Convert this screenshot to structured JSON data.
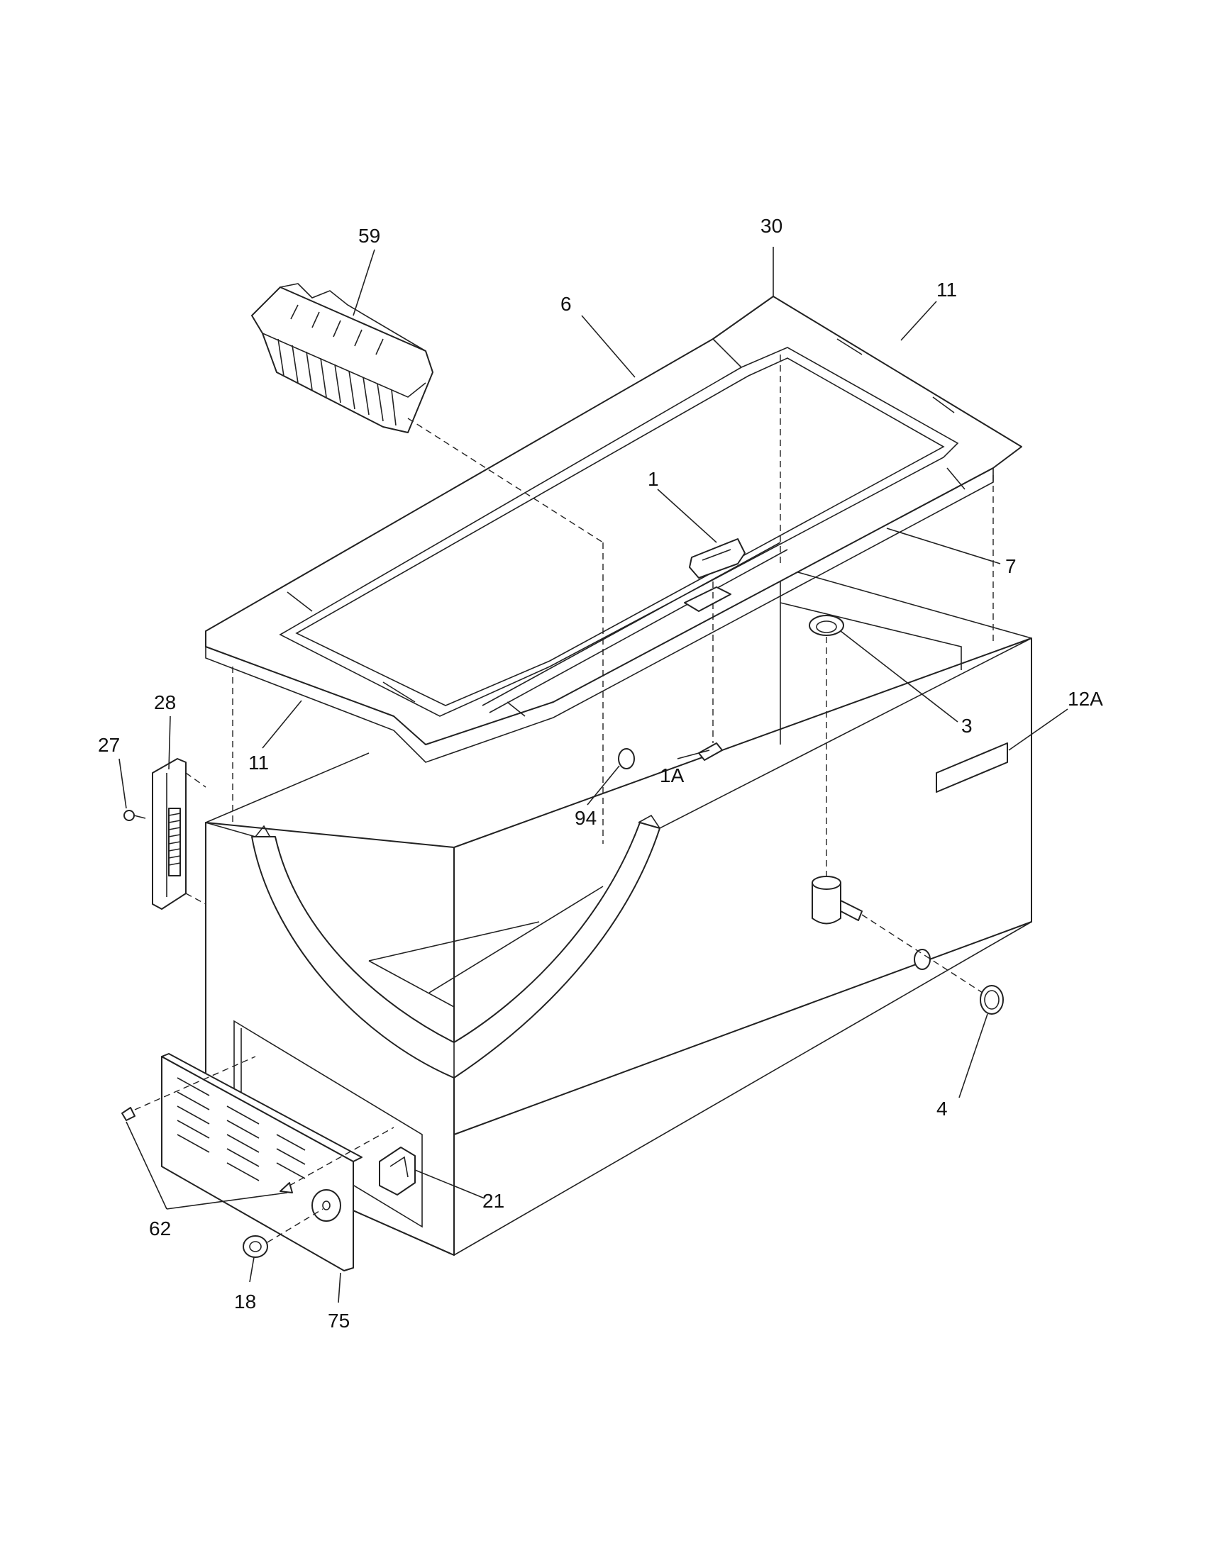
{
  "diagram": {
    "callouts": {
      "c59": "59",
      "c30": "30",
      "c11_top": "11",
      "c6": "6",
      "c1": "1",
      "c7": "7",
      "c3": "3",
      "c12A": "12A",
      "c28": "28",
      "c27": "27",
      "c11_left": "11",
      "c94": "94",
      "c1A": "1A",
      "c4": "4",
      "c21": "21",
      "c62": "62",
      "c18": "18",
      "c75": "75"
    }
  }
}
